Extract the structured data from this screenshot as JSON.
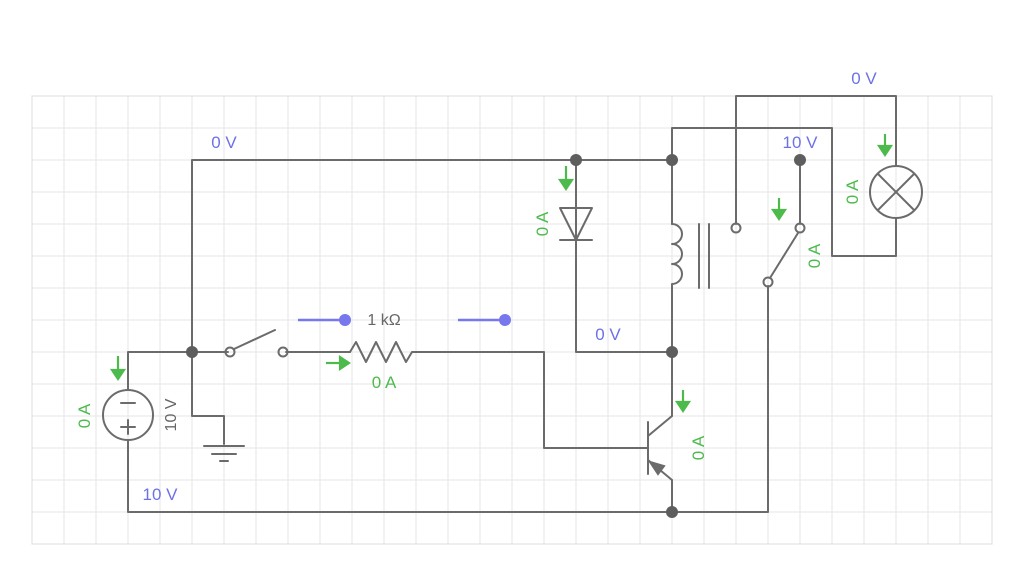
{
  "voltage_labels": {
    "top_left_wire": "0 V",
    "lamp_top": "0 V",
    "relay_switch_common": "10 V",
    "diode_bottom": "0 V",
    "source_bottom": "10 V"
  },
  "current_labels": {
    "diode": "0 A",
    "source": "0 A",
    "resistor": "0 A",
    "transistor": "0 A",
    "relay_switch": "0 A",
    "lamp": "0 A"
  },
  "component_labels": {
    "source_voltage": "10 V",
    "resistor_value": "1 kΩ"
  },
  "colors": {
    "voltage_text": "#6c72e6",
    "current_text": "#4cbb4c",
    "wire": "#6b6b6b",
    "probe": "#7777ee"
  }
}
